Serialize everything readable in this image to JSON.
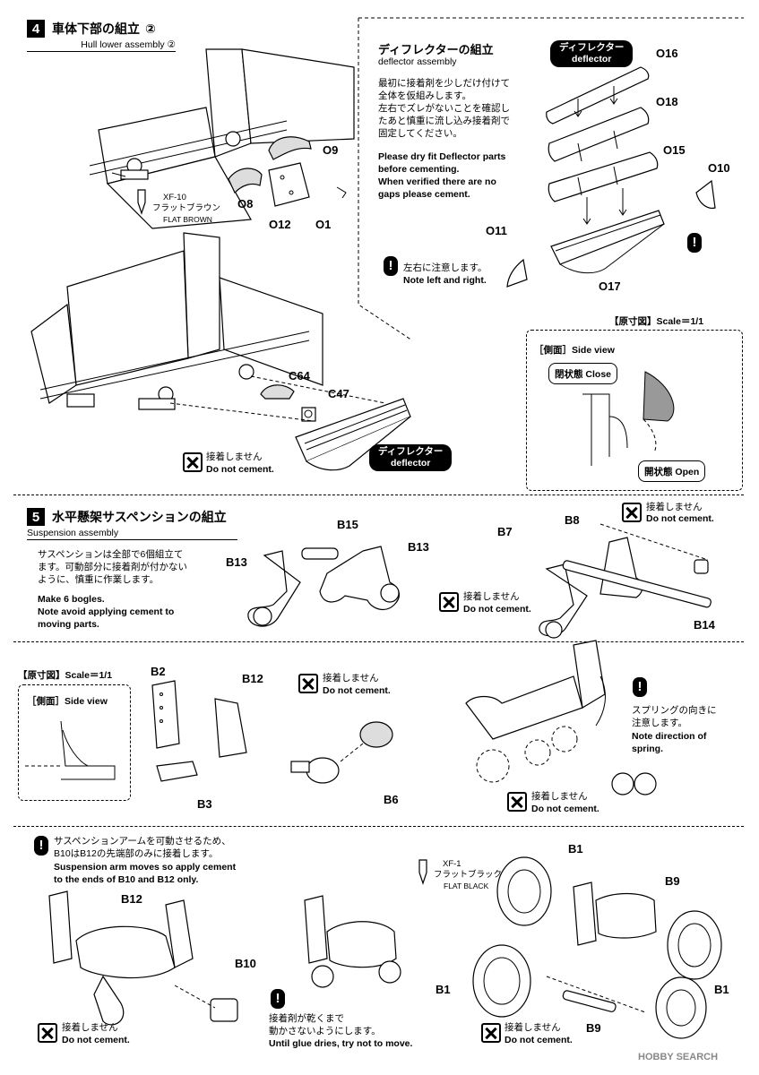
{
  "step4": {
    "number": "4",
    "title_jp": "車体下部の組立",
    "title_circ": "②",
    "subtitle": "Hull lower assembly ②",
    "parts": {
      "o9": "O9",
      "o8": "O8",
      "o12": "O12",
      "o1": "O1",
      "c64": "C64",
      "c47": "C47"
    },
    "paint": {
      "code": "XF-10",
      "name_jp": "フラットブラウン",
      "name_en": "FLAT BROWN"
    },
    "deflector_badge_jp": "ディフレクター",
    "deflector_badge_en": "deflector",
    "no_cement_jp": "接着しません",
    "no_cement_en": "Do not cement."
  },
  "deflector": {
    "title_jp": "ディフレクターの組立",
    "title_en": "deflector assembly",
    "lines_jp": [
      "最初に接着剤を少しだけ付けて",
      "全体を仮組みします。",
      "左右でズレがないことを確認し",
      "たあと慎重に流し込み接着剤で",
      "固定してください。"
    ],
    "lines_en": [
      "Please dry fit Deflector parts",
      "before cementing.",
      "When verified there are no",
      "gaps please cement."
    ],
    "badge_jp": "ディフレクター",
    "badge_en": "deflector",
    "parts": {
      "o16": "O16",
      "o18": "O18",
      "o15": "O15",
      "o10": "O10",
      "o11": "O11",
      "o17": "O17"
    },
    "note_jp": "左右に注意します。",
    "note_en": "Note left and right."
  },
  "scale_a": {
    "label": "【原寸図】Scale＝1/1",
    "side_view": "［側面］Side view",
    "close": "閉状態 Close",
    "open": "開状態 Open"
  },
  "step5": {
    "number": "5",
    "title_jp": "水平懸架サスペンションの組立",
    "subtitle": "Suspension assembly",
    "lines_jp": [
      "サスペンションは全部で6個組立て",
      "ます。可動部分に接着剤が付かない",
      "ように、慎重に作業します。"
    ],
    "lines_en": [
      "Make 6 bogles.",
      "Note avoid applying cement to",
      "moving parts."
    ],
    "parts": {
      "b15": "B15",
      "b13a": "B13",
      "b13b": "B13",
      "b8": "B8",
      "b7": "B7",
      "b14": "B14",
      "b2": "B2",
      "b12": "B12",
      "b3": "B3",
      "b6": "B6",
      "b12b": "B12",
      "b10": "B10",
      "b1a": "B1",
      "b9a": "B9",
      "b1b": "B1",
      "b1c": "B1",
      "b9b": "B9"
    },
    "no_cement_jp": "接着しません",
    "no_cement_en": "Do not cement.",
    "spring_jp": [
      "スプリングの向きに",
      "注意します。"
    ],
    "spring_en": [
      "Note direction of",
      "spring."
    ],
    "arm_jp": [
      "サスペンションアームを可動させるため、",
      "B10はB12の先端部のみに接着します。"
    ],
    "arm_en": [
      "Suspension arm moves so apply cement",
      "to the ends of B10 and B12 only."
    ],
    "glue_jp": [
      "接着剤が乾くまで",
      "動かさないようにします。"
    ],
    "glue_en": "Until glue dries, try not to move.",
    "paint": {
      "code": "XF-1",
      "name_jp": "フラットブラック",
      "name_en": "FLAT BLACK"
    }
  },
  "scale_b": {
    "label": "【原寸図】Scale＝1/1",
    "side_view": "［側面］Side view"
  },
  "watermark": "HOBBY SEARCH"
}
